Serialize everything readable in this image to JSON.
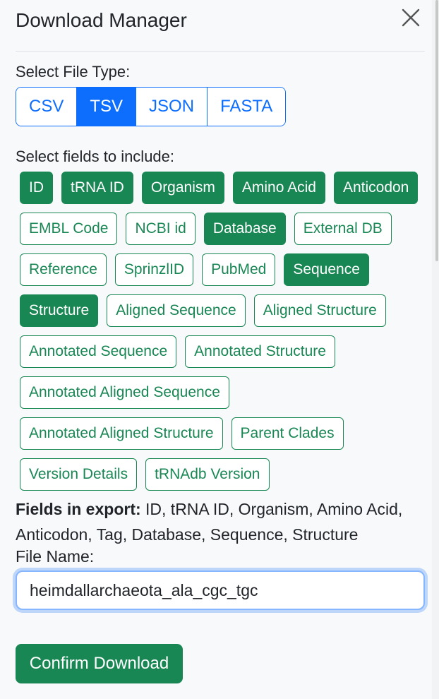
{
  "header": {
    "title": "Download Manager",
    "close_icon": "close-icon"
  },
  "file_type": {
    "label": "Select File Type:",
    "options": [
      "CSV",
      "TSV",
      "JSON",
      "FASTA"
    ],
    "selected": "TSV"
  },
  "fields": {
    "label": "Select fields to include:",
    "items": [
      {
        "label": "ID",
        "selected": true
      },
      {
        "label": "tRNA ID",
        "selected": true
      },
      {
        "label": "Organism",
        "selected": true
      },
      {
        "label": "Amino Acid",
        "selected": true
      },
      {
        "label": "Anticodon",
        "selected": true
      },
      {
        "label": "EMBL Code",
        "selected": false
      },
      {
        "label": "NCBI id",
        "selected": false
      },
      {
        "label": "Database",
        "selected": true
      },
      {
        "label": "External DB",
        "selected": false
      },
      {
        "label": "Reference",
        "selected": false
      },
      {
        "label": "SprinzlID",
        "selected": false
      },
      {
        "label": "PubMed",
        "selected": false
      },
      {
        "label": "Sequence",
        "selected": true
      },
      {
        "label": "Structure",
        "selected": true
      },
      {
        "label": "Aligned Sequence",
        "selected": false
      },
      {
        "label": "Aligned Structure",
        "selected": false
      },
      {
        "label": "Annotated Sequence",
        "selected": false
      },
      {
        "label": "Annotated Structure",
        "selected": false
      },
      {
        "label": "Annotated Aligned Sequence",
        "selected": false
      },
      {
        "label": "Annotated Aligned Structure",
        "selected": false
      },
      {
        "label": "Parent Clades",
        "selected": false
      },
      {
        "label": "Version Details",
        "selected": false
      },
      {
        "label": "tRNAdb Version",
        "selected": false
      }
    ]
  },
  "export": {
    "label": "Fields in export:",
    "value": "ID, tRNA ID, Organism, Amino Acid, Anticodon, Tag, Database, Sequence, Structure"
  },
  "filename": {
    "label": "File Name:",
    "value": "heimdallarchaeota_ala_cgc_tgc"
  },
  "confirm_label": "Confirm Download",
  "colors": {
    "primary": "#0d6efd",
    "success": "#198754"
  }
}
